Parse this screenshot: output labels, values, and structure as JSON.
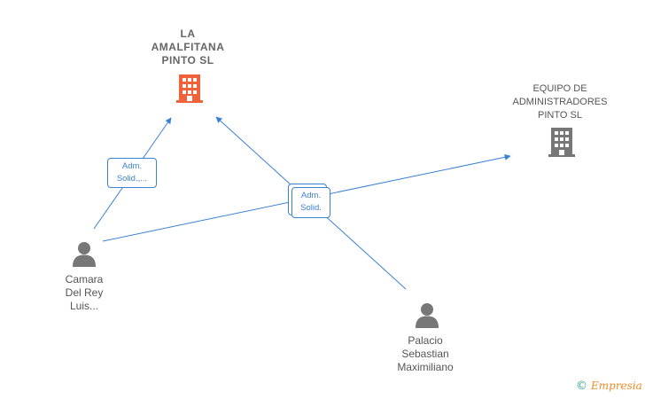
{
  "nodes": {
    "company_main": {
      "name": "LA\nAMALFITANA\nPINTO  SL",
      "color": "#f0623a"
    },
    "company_2": {
      "name": "EQUIPO DE\nADMINISTRADORES\nPINTO SL",
      "color": "#777777"
    },
    "person_1": {
      "name": "Camara\nDel Rey\nLuis...",
      "color": "#777777"
    },
    "person_2": {
      "name": "Palacio\nSebastian\nMaximiliano",
      "color": "#777777"
    }
  },
  "edges": {
    "edge_1_label": "Adm.\nSolid.,...",
    "edge_2_label": "Adm.\nSolid."
  },
  "colors": {
    "edge": "#3b82d6"
  },
  "footer": {
    "copyright": "©",
    "brand": "Empresia"
  }
}
